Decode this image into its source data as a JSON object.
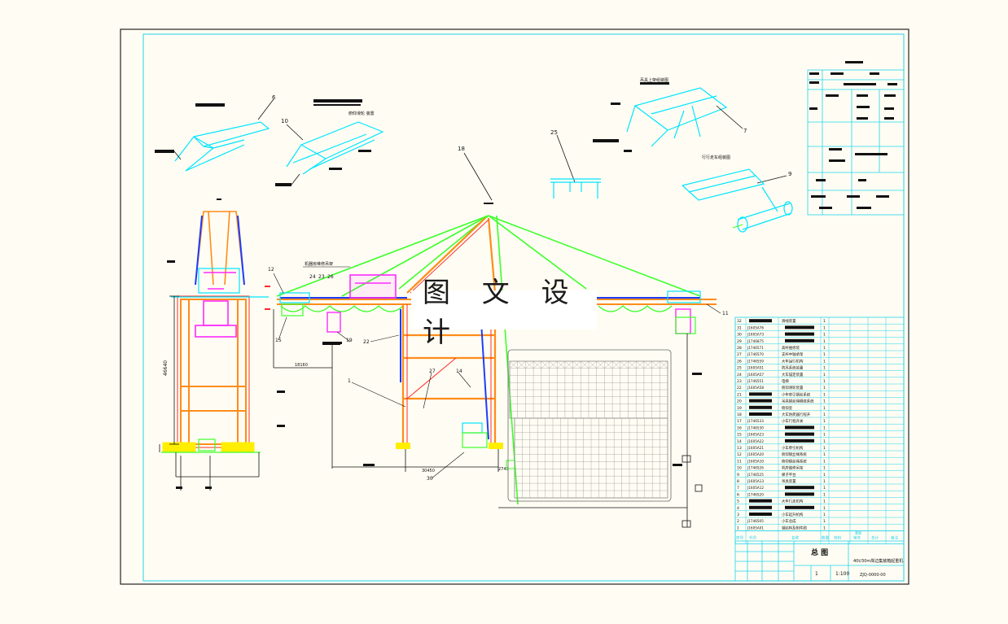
{
  "colors": {
    "background": "#fffdf3",
    "outer_border": "#222222",
    "inner_border": "#22d3ee",
    "cyan": "#00e5ff",
    "green": "#3cff2a",
    "red": "#ff2a2a",
    "orange": "#ff8c1a",
    "blue": "#1e3cff",
    "magenta": "#ff2aff",
    "yellow": "#ffee00",
    "black": "#111111"
  },
  "watermark": "图 文 设 计",
  "callouts": {
    "c6": "6",
    "c10": "10",
    "c18": "18",
    "c25": "25",
    "c7": "7",
    "c9": "9",
    "c12": "12",
    "c24": "24",
    "c23": "23",
    "c26": "26",
    "c15": "15",
    "c19": "19",
    "c22": "22",
    "c1": "1",
    "c27": "27",
    "c14": "14",
    "c30": "30",
    "c11": "11"
  },
  "dimensions": {
    "d1": "18160",
    "d2": "30450",
    "d3": "46640",
    "d4": "2740"
  },
  "parts_table": {
    "rows": [
      {
        "no": "32",
        "code": "",
        "name": "滑线装置",
        "qty": "1"
      },
      {
        "no": "31",
        "code": "J1605A76",
        "name": "",
        "qty": "1"
      },
      {
        "no": "30",
        "code": "J1605A73",
        "name": "",
        "qty": "1"
      },
      {
        "no": "29",
        "code": "J1746875",
        "name": "",
        "qty": "1"
      },
      {
        "no": "28",
        "code": "J1746571",
        "name": "高杆维修装",
        "qty": "1"
      },
      {
        "no": "27",
        "code": "J1746570",
        "name": "支杆中轴承架",
        "qty": "1"
      },
      {
        "no": "26",
        "code": "J1746559",
        "name": "大车运行机构",
        "qty": "1"
      },
      {
        "no": "25",
        "code": "J1605A51",
        "name": "防风系统装置",
        "qty": "1"
      },
      {
        "no": "24",
        "code": "J1605A57",
        "name": "大车锚定装置",
        "qty": "1"
      },
      {
        "no": "23",
        "code": "J1746551",
        "name": "电梯",
        "qty": "1"
      },
      {
        "no": "22",
        "code": "J1605A58",
        "name": "俯仰滑轮装置",
        "qty": "1"
      },
      {
        "no": "21",
        "code": "",
        "name": "小车牵引钢丝系统",
        "qty": "1"
      },
      {
        "no": "20",
        "code": "",
        "name": "吊具钢丝绳缠绕系统",
        "qty": "1"
      },
      {
        "no": "19",
        "code": "",
        "name": "俯仰室",
        "qty": "1"
      },
      {
        "no": "18",
        "code": "",
        "name": "大车防爬器行程开",
        "qty": "1"
      },
      {
        "no": "17",
        "code": "J1746533",
        "name": "小车行程开关",
        "qty": "1"
      },
      {
        "no": "16",
        "code": "J1746530",
        "name": "",
        "qty": "1"
      },
      {
        "no": "15",
        "code": "J1605A23",
        "name": "",
        "qty": "1"
      },
      {
        "no": "14",
        "code": "J1605A22",
        "name": "",
        "qty": "1"
      },
      {
        "no": "13",
        "code": "J1605A21",
        "name": "小车牵引机构",
        "qty": "1"
      },
      {
        "no": "12",
        "code": "J1605A20",
        "name": "俯仰钢丝绳系统",
        "qty": "1"
      },
      {
        "no": "11",
        "code": "J1605A10",
        "name": "俯仰钢丝绳系统",
        "qty": "1"
      },
      {
        "no": "10",
        "code": "J1746526",
        "name": "机房维修吊架",
        "qty": "1"
      },
      {
        "no": "9",
        "code": "J1746525",
        "name": "梯子平台",
        "qty": "1"
      },
      {
        "no": "8",
        "code": "J1605A13",
        "name": "吊具装置",
        "qty": "1"
      },
      {
        "no": "7",
        "code": "J1605A12",
        "name": "",
        "qty": "1"
      },
      {
        "no": "6",
        "code": "J1746520",
        "name": "",
        "qty": "1"
      },
      {
        "no": "5",
        "code": "",
        "name": "大车行走机构",
        "qty": "1"
      },
      {
        "no": "4",
        "code": "",
        "name": "",
        "qty": "1"
      },
      {
        "no": "3",
        "code": "",
        "name": "小车起升机构",
        "qty": "1"
      },
      {
        "no": "2",
        "code": "J1746505",
        "name": "小车总成",
        "qty": "1"
      },
      {
        "no": "1",
        "code": "J1605A01",
        "name": "钢结构及附件图",
        "qty": "1"
      }
    ],
    "header": {
      "no": "序号",
      "code": "代号",
      "name": "名称",
      "qty": "数量",
      "material": "材料",
      "unit_wt": "单件",
      "total_wt": "总计",
      "weight": "重量",
      "remark": "备注"
    }
  },
  "title_block": {
    "drawing_title": "总 图",
    "product_name": "40t/30m岸边集装箱起重机",
    "drawing_no": "ZJQ-0000-00",
    "scale": "1:100",
    "sheet": "1",
    "sheets": "1"
  },
  "detail_labels": {
    "trolley_label": "机器房维修吊架",
    "right_top_label": "吊具上架组装图",
    "right_mid_label": "行行走车组装图",
    "mid_label": "俯仰滑轮 装置"
  }
}
